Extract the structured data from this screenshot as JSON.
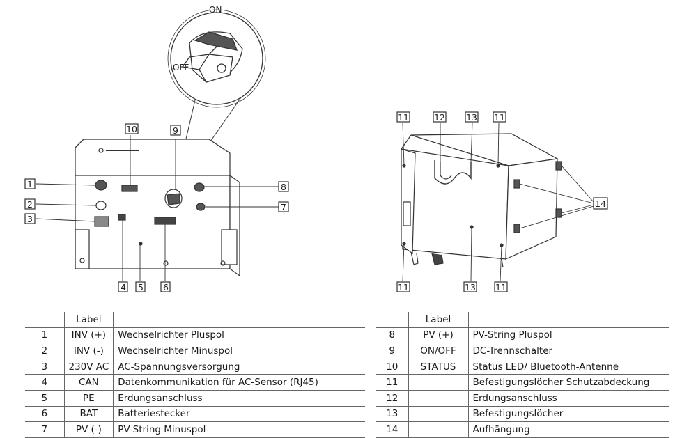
{
  "switch_detail": {
    "on_label": "ON",
    "off_label": "OFF"
  },
  "front_callouts": [
    "1",
    "2",
    "3",
    "4",
    "5",
    "6",
    "7",
    "8",
    "9",
    "10"
  ],
  "side_callouts": [
    "11",
    "12",
    "13",
    "11",
    "14",
    "11",
    "13",
    "11"
  ],
  "left_table": {
    "header": [
      "",
      "Label",
      ""
    ],
    "rows": [
      [
        "1",
        "INV (+)",
        "Wechselrichter Pluspol"
      ],
      [
        "2",
        "INV (-)",
        "Wechselrichter Minuspol"
      ],
      [
        "3",
        "230V AC",
        "AC-Spannungsversorgung"
      ],
      [
        "4",
        "CAN",
        "Datenkommunikation für AC-Sensor (RJ45)"
      ],
      [
        "5",
        "PE",
        "Erdungsanschluss"
      ],
      [
        "6",
        "BAT",
        "Batteriestecker"
      ],
      [
        "7",
        "PV (-)",
        "PV-String Minuspol"
      ]
    ]
  },
  "right_table": {
    "header": [
      "",
      "Label",
      ""
    ],
    "rows": [
      [
        "8",
        "PV (+)",
        "PV-String Pluspol"
      ],
      [
        "9",
        "ON/OFF",
        "DC-Trennschalter"
      ],
      [
        "10",
        "STATUS",
        "Status LED/ Bluetooth-Antenne"
      ],
      [
        "11",
        "",
        "Befestigungslöcher Schutzabdeckung"
      ],
      [
        "12",
        "",
        "Erdungsanschluss"
      ],
      [
        "13",
        "",
        "Befestigungslöcher"
      ],
      [
        "14",
        "",
        "Aufhängung"
      ]
    ]
  }
}
